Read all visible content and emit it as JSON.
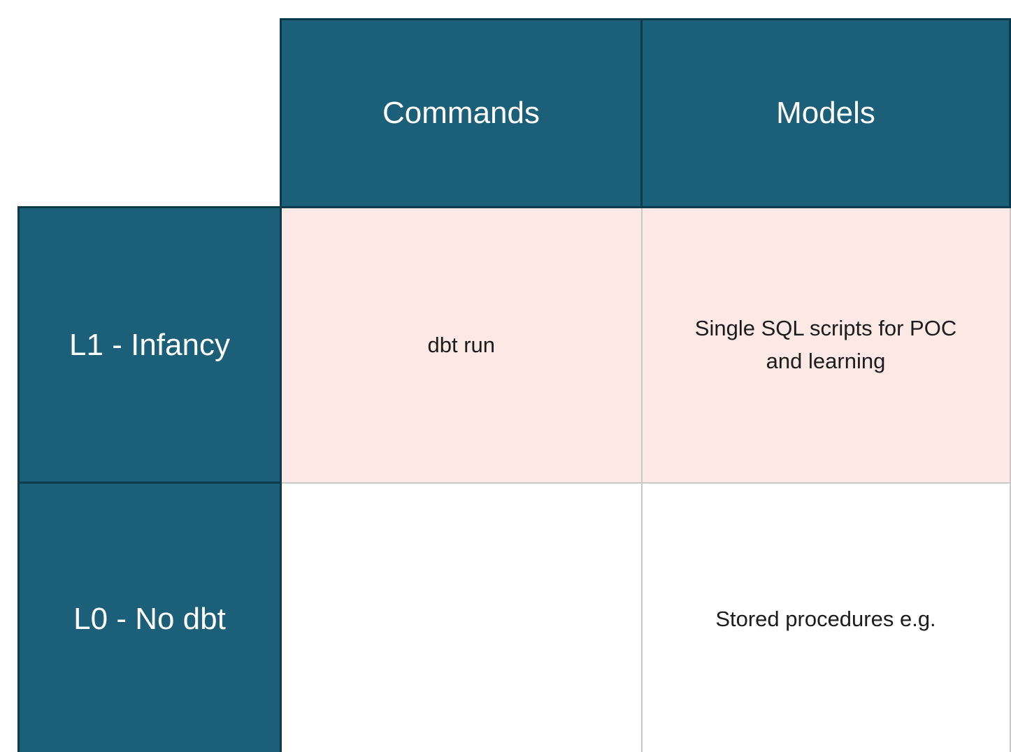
{
  "table": {
    "columns": [
      {
        "label": ""
      },
      {
        "label": "Commands"
      },
      {
        "label": "Models"
      }
    ],
    "rows": [
      {
        "header": "L1 - Infancy",
        "cells": [
          "dbt run",
          "Single SQL scripts for POC and learning"
        ]
      },
      {
        "header": "L0 - No dbt",
        "cells": [
          "",
          "Stored procedures e.g."
        ]
      }
    ],
    "colors": {
      "header_bg": "#1b5f78",
      "header_border": "#0d3b4d",
      "header_text": "#ffffff",
      "l1_row_bg": "#fce9e5",
      "l0_row_bg": "#ffffff",
      "cell_border": "#c9c9c9",
      "cell_text": "#1c1c1c"
    }
  },
  "chart_data": {
    "type": "table",
    "columns": [
      "",
      "Commands",
      "Models"
    ],
    "rows": [
      [
        "L1 - Infancy",
        "dbt run",
        "Single SQL scripts for POC and learning"
      ],
      [
        "L0 - No dbt",
        "",
        "Stored procedures e.g."
      ]
    ],
    "layout_hints": {
      "header_row": "dark teal with white text",
      "l1_row_cells": "light pink background",
      "l0_row_cells": "white background",
      "top_left_cell": "empty / no border"
    }
  }
}
